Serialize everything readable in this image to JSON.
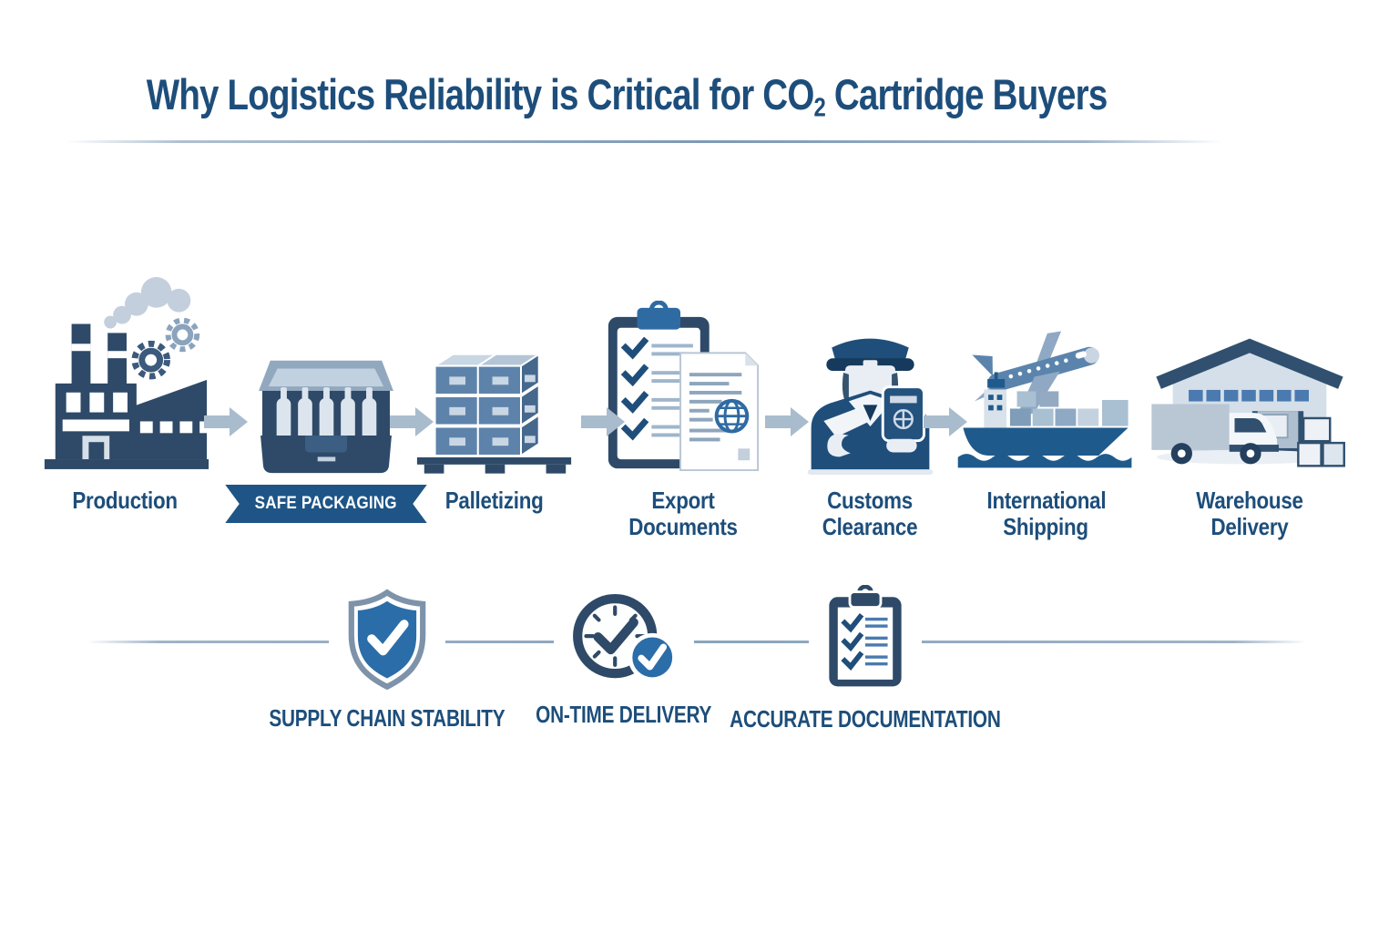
{
  "title": {
    "part1": "Why Logistics Reliability is Critical for CO",
    "subscript": "2",
    "part2": " Cartridge Buyers"
  },
  "process": {
    "steps": [
      {
        "label": "Production",
        "icon": "factory-icon"
      },
      {
        "label": "SAFE PACKAGING",
        "icon": "packaging-case-icon",
        "style": "banner"
      },
      {
        "label": "Palletizing",
        "icon": "pallet-boxes-icon"
      },
      {
        "label": "Export Documents",
        "icon": "export-documents-icon"
      },
      {
        "label": "Customs Clearance",
        "icon": "customs-officer-icon"
      },
      {
        "label": "International Shipping",
        "icon": "plane-ship-icon"
      },
      {
        "label": "Warehouse Delivery",
        "icon": "warehouse-truck-icon"
      }
    ],
    "arrow_icon": "flow-arrow-icon"
  },
  "benefits": [
    {
      "label": "SUPPLY CHAIN STABILITY",
      "icon": "shield-check-icon"
    },
    {
      "label": "ON-TIME DELIVERY",
      "icon": "clock-check-icon"
    },
    {
      "label": "ACCURATE DOCUMENTATION",
      "icon": "clipboard-check-icon"
    }
  ],
  "colors": {
    "title_text": "#1d4e7b",
    "label_text": "#1d4e7b",
    "icon_navy": "#2e4a68",
    "accent_blue": "#2b6da8",
    "medium_blue": "#5b84ad",
    "light_blue_gray": "#c7d3e0",
    "banner_blue": "#1e5586",
    "arrow_gray_blue": "#a9bccd",
    "divider": "#9fb4c8",
    "background": "#ffffff"
  }
}
